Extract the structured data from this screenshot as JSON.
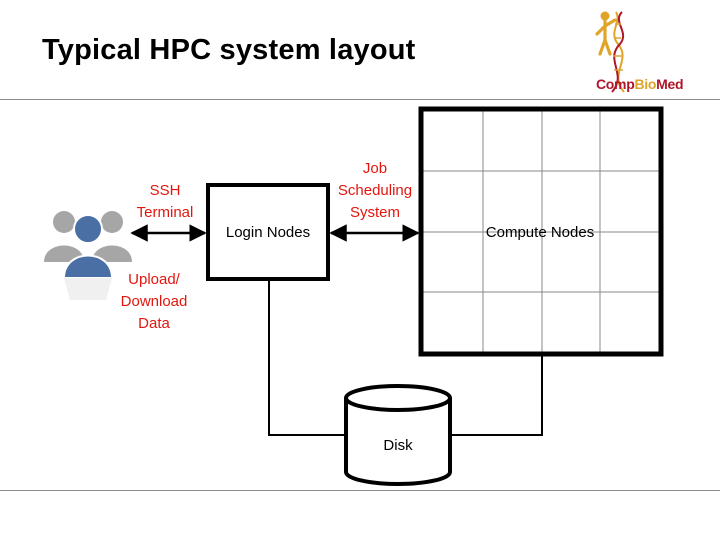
{
  "slide": {
    "title": "Typical HPC system layout",
    "logo": {
      "text_part1": "Comp",
      "text_part2": "Bio",
      "text_part3": "Med"
    }
  },
  "diagram": {
    "nodes": {
      "login": {
        "label": "Login Nodes"
      },
      "compute": {
        "label": "Compute Nodes"
      },
      "disk": {
        "label": "Disk"
      }
    },
    "labels": {
      "ssh_line1": "SSH",
      "ssh_line2": "Terminal",
      "upload_line1": "Upload/",
      "upload_line2": "Download",
      "upload_line3": "Data",
      "job_line1": "Job",
      "job_line2": "Scheduling",
      "job_line3": "System"
    },
    "colors": {
      "label_red": "#e3160f",
      "users_grey": "#a6a6a6",
      "users_blue": "#4a6fa5",
      "logo_red": "#b0162a",
      "logo_gold": "#e0a528"
    },
    "icons": [
      "users-icon",
      "compbiomed-logo"
    ]
  }
}
